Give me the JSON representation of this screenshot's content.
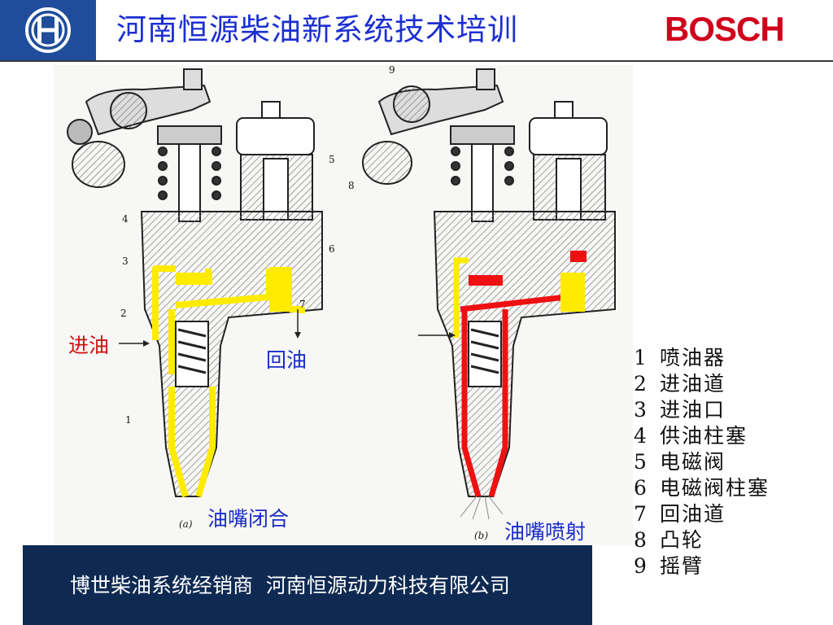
{
  "header": {
    "title": "河南恒源柴油新系统技术培训",
    "brand": "BOSCH",
    "logo_icon": "bosch-armature-icon"
  },
  "diagram": {
    "callouts": {
      "fuel_in": "进油",
      "fuel_return": "回油",
      "nozzle_closed": "油嘴闭合",
      "nozzle_inject": "油嘴喷射"
    },
    "sub_labels": {
      "a": "(a)",
      "b": "(b)"
    },
    "part_numbers": [
      "1",
      "2",
      "3",
      "4",
      "5",
      "6",
      "7",
      "8",
      "9"
    ],
    "colors": {
      "fuel_low": "#ffeb00",
      "fuel_high": "#ee1111",
      "hatch": "#777777"
    }
  },
  "legend": {
    "items": [
      {
        "num": "1",
        "label": "喷油器"
      },
      {
        "num": "2",
        "label": "进油道"
      },
      {
        "num": "3",
        "label": "进油口"
      },
      {
        "num": "4",
        "label": "供油柱塞"
      },
      {
        "num": "5",
        "label": "电磁阀"
      },
      {
        "num": "6",
        "label": "电磁阀柱塞"
      },
      {
        "num": "7",
        "label": "回油道"
      },
      {
        "num": "8",
        "label": "凸轮"
      },
      {
        "num": "9",
        "label": "摇臂"
      }
    ]
  },
  "footer": {
    "text": "博世柴油系统经销商  河南恒源动力科技有限公司"
  }
}
